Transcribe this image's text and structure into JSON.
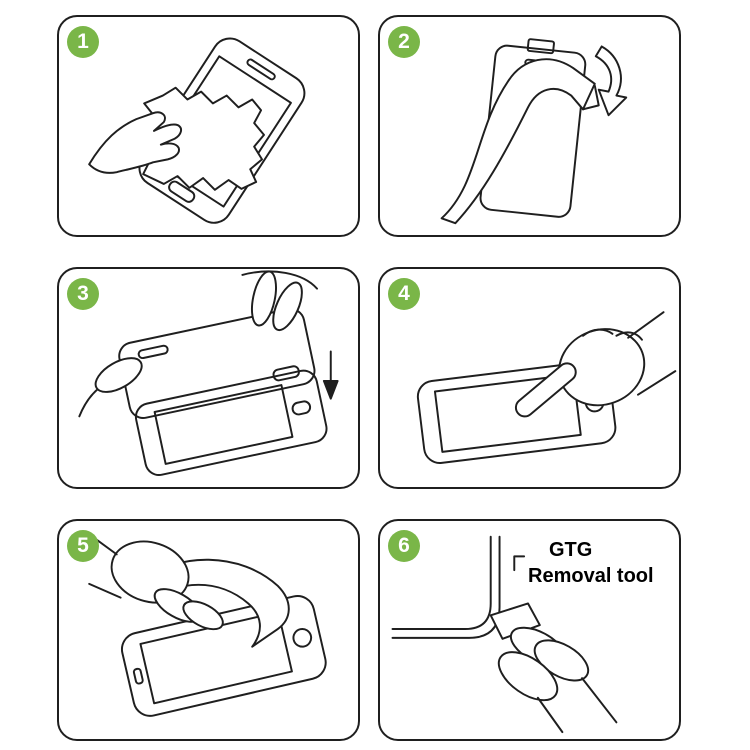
{
  "badge_color": "#7ab648",
  "line_color": "#1f1f1f",
  "steps": [
    {
      "number": "1",
      "illustration": "wipe-screen-with-cleaning-cloth"
    },
    {
      "number": "2",
      "illustration": "peel-backing-film-off-protector"
    },
    {
      "number": "3",
      "illustration": "align-protector-and-lower-onto-phone"
    },
    {
      "number": "4",
      "illustration": "press-screen-center-with-finger"
    },
    {
      "number": "5",
      "illustration": "smooth-film-over-screen"
    },
    {
      "number": "6",
      "illustration": "lift-corner-with-removal-tool",
      "label_line1": "GTG",
      "label_line2": "Removal tool"
    }
  ]
}
